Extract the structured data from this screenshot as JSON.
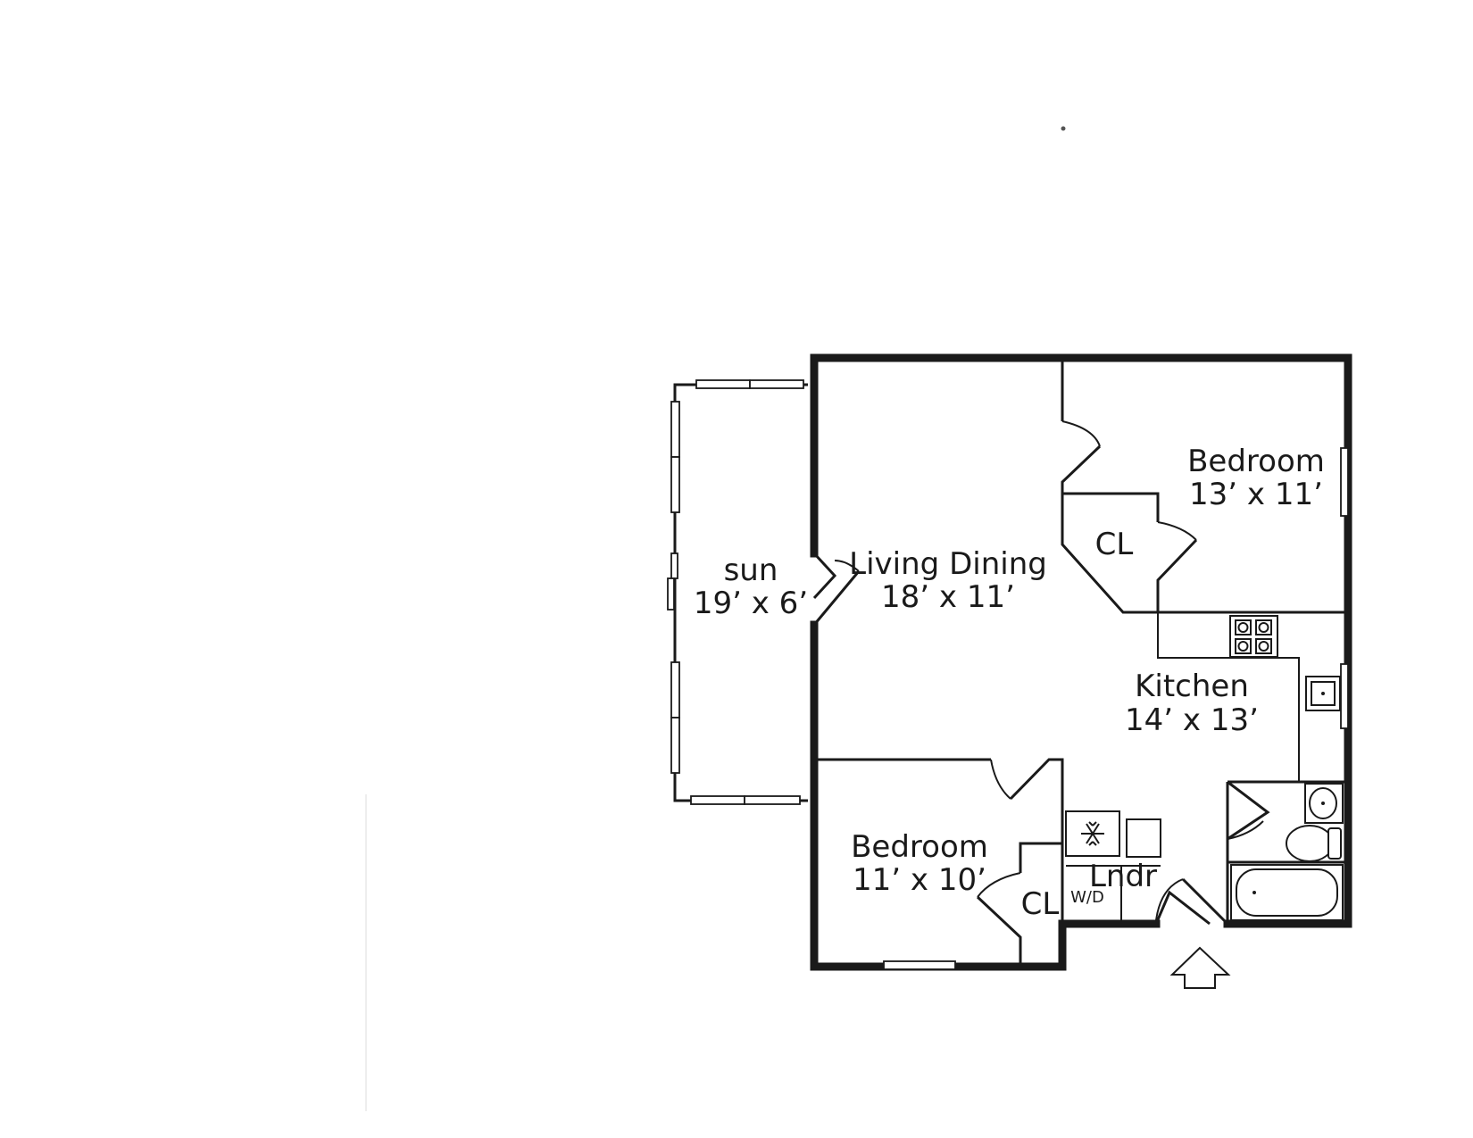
{
  "rooms": {
    "sun": {
      "name": "sun",
      "dims": "19’ x 6’"
    },
    "living": {
      "name": "Living Dining",
      "dims": "18’ x 11’"
    },
    "bedroom_top": {
      "name": "Bedroom",
      "dims": "13’ x 11’"
    },
    "closet_top": {
      "name": "CL"
    },
    "kitchen": {
      "name": "Kitchen",
      "dims": "14’ x 13’"
    },
    "bedroom_bottom": {
      "name": "Bedroom",
      "dims": "11’ x 10’"
    },
    "closet_bottom": {
      "name": "CL"
    },
    "laundry": {
      "name": "Lndr",
      "washer_dryer": "W/D"
    }
  },
  "icons": {
    "entrance": "entrance-arrow-icon",
    "stove": "stove-icon",
    "fan": "snowflake-icon",
    "sink": "sink-icon",
    "toilet": "toilet-icon",
    "bathtub": "bathtub-icon"
  },
  "colors": {
    "line": "#1a1a1a",
    "background": "#ffffff"
  }
}
